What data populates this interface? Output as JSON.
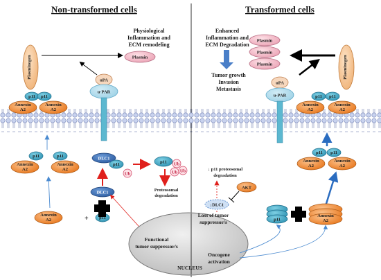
{
  "titles": {
    "left": "Non-transformed cells",
    "right": "Transformed cells"
  },
  "left": {
    "physio": [
      "Physiological",
      "Inflammation and",
      "ECM remodeling"
    ],
    "plasmin": "Plasmin",
    "plasminogen": "Plasminogen",
    "upa": "uPA",
    "upar": "u-PAR",
    "p11": "p11",
    "annexin": [
      "Annexin",
      "A2"
    ],
    "dlc1": "DLC1",
    "ub": "Ub",
    "proteosomal": [
      "Proteosomal",
      "degradation"
    ],
    "functional": [
      "Functional",
      "tumor suppressor/s"
    ]
  },
  "right": {
    "enhanced": [
      "Enhanced",
      "Inflammation and",
      "ECM Degradation"
    ],
    "tumor": [
      "Tumor growth",
      "Invasion",
      "Metastasis"
    ],
    "plasmin": "Plasmin",
    "plasminogen": "Plasminogen",
    "upa": "uPA",
    "upar": "u-PAR",
    "p11": "p11",
    "annexin": [
      "Annexin",
      "A2"
    ],
    "p11_degradation": [
      "↓ p11 proteosomal",
      "degradation"
    ],
    "akt": "AKT",
    "dlc1": "↓DLC1",
    "loss": [
      "Loss of tumor",
      "suppressor/s"
    ],
    "oncogene": [
      "Oncogene",
      "activation"
    ]
  },
  "nucleus": "NUCLEUS",
  "colors": {
    "orange": "#f0903a",
    "teal": "#3aa5c0",
    "pink": "#f2b8c6",
    "blue_dlc1": "#3c6fb6",
    "membrane": "#b8c4e6",
    "nucleus": "#d9d9d9"
  }
}
